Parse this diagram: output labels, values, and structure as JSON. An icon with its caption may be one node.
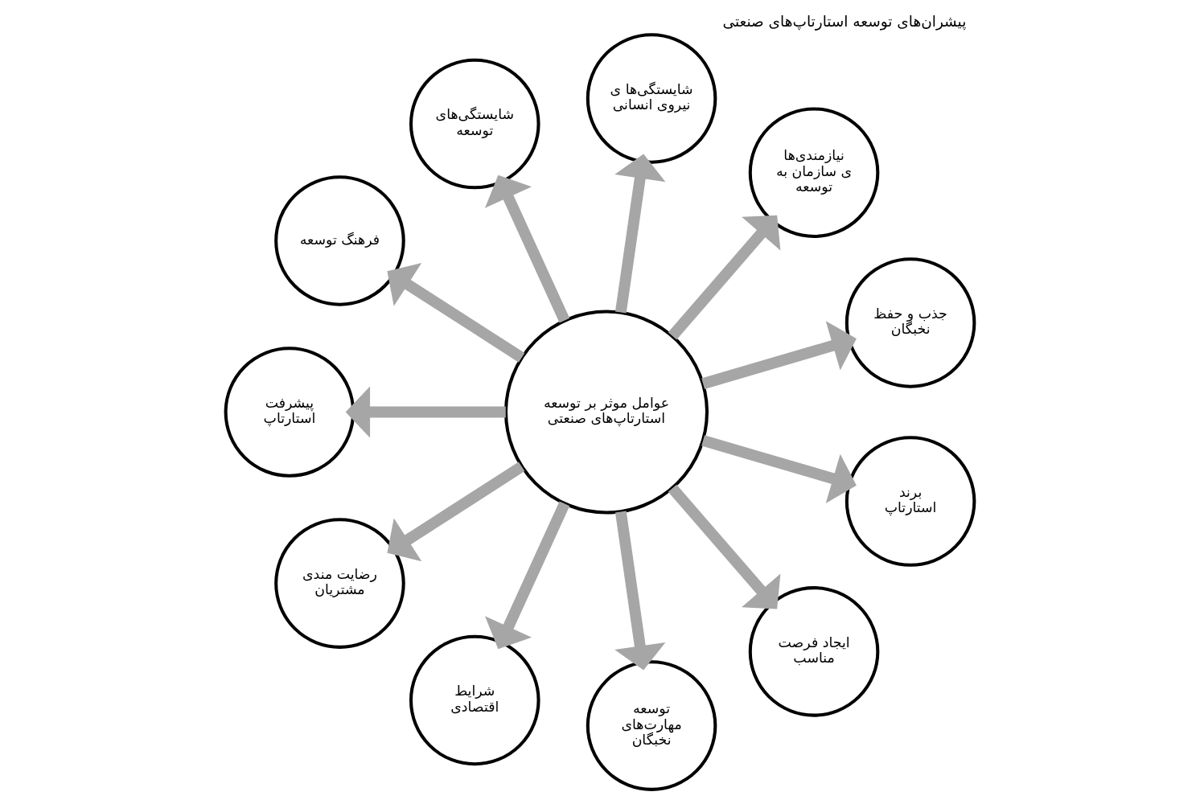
{
  "diagram": {
    "title": "پیشران‌های توسعه استارتاپ‌های صنعتی",
    "nodes": [
      {
        "text": [
          "عوامل موثر بر توسعه استارتاپ‌های صنعتی"
        ]
      },
      {
        "text": [
          "شایستگی‌های توسعه"
        ]
      },
      {
        "text": [
          "شایستگی‌ها ی نیروی انسانی"
        ]
      },
      {
        "text": [
          "نیازمندی‌ها ی سازمان به توسعه"
        ]
      },
      {
        "text": [
          "جذب و حفظ نخبگان"
        ]
      },
      {
        "text": [
          "برند استارتاپ"
        ]
      },
      {
        "text": [
          "ایجاد فرصت مناسب"
        ]
      },
      {
        "text": [
          "توسعه مهارت‌های نخبگان"
        ]
      },
      {
        "text": [
          "شرایط اقتصادی"
        ]
      },
      {
        "text": [
          "رضایت مندی مشتریان"
        ]
      },
      {
        "text": [
          "پیشرفت استارتاپ"
        ]
      },
      {
        "text": [
          "فرهنگ توسعه"
        ]
      }
    ],
    "edges": [
      {
        "from": 0,
        "to": 1,
        "arrow": "to"
      },
      {
        "from": 0,
        "to": 2,
        "arrow": "to"
      },
      {
        "from": 0,
        "to": 3,
        "arrow": "to"
      },
      {
        "from": 0,
        "to": 4,
        "arrow": "to"
      },
      {
        "from": 0,
        "to": 5,
        "arrow": "to"
      },
      {
        "from": 0,
        "to": 6,
        "arrow": "to"
      },
      {
        "from": 0,
        "to": 7,
        "arrow": "to"
      },
      {
        "from": 0,
        "to": 8,
        "arrow": "to"
      },
      {
        "from": 0,
        "to": 9,
        "arrow": "to"
      },
      {
        "from": 0,
        "to": 10,
        "arrow": "to"
      },
      {
        "from": 0,
        "to": 11,
        "arrow": "to"
      }
    ]
  }
}
